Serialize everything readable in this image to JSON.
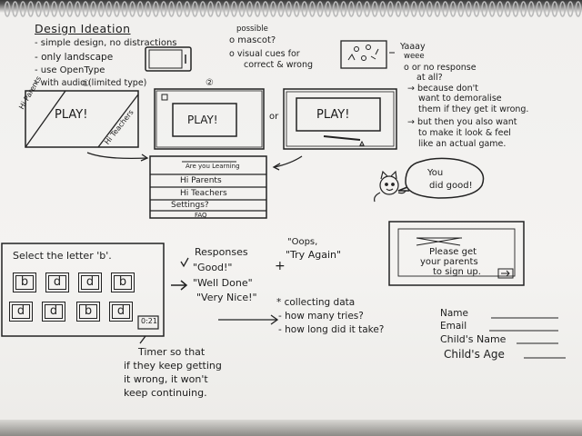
{
  "title": "Design Ideation",
  "design_notes": [
    "- simple design, no distractions",
    "- only landscape",
    "- use OpenType",
    "- with audio (limited type)"
  ],
  "mascot_notes": {
    "possible": "possible",
    "mascot": "o mascot?",
    "visual_cues_line1": "o visual cues for",
    "visual_cues_line2": "correct & wrong"
  },
  "response_notes": {
    "yaaay": "Yaaay",
    "yaaay2": "weee",
    "or_no": "o or no response",
    "at_all": "at all?",
    "because1": "→ because don't",
    "because2": "want to demoralise",
    "because3": "them if they get it wrong.",
    "then1": "→ but then you also want",
    "then2": "to make it look & feel",
    "then3": "like an actual game."
  },
  "screen1": {
    "number": "①",
    "hi_parents": "Hi Parents",
    "play": "PLAY!",
    "hi_teachers": "Hi Teachers"
  },
  "screen2": {
    "number": "②",
    "play": "PLAY!"
  },
  "or_label": "or",
  "screen3": {
    "play": "PLAY!"
  },
  "menu": {
    "header": "Are you Learning",
    "items": [
      "Hi Parents",
      "Hi Teachers",
      "Settings?",
      "FAQ"
    ]
  },
  "speech_bubble": {
    "line1": "You",
    "line2": "did good!"
  },
  "letter_game": {
    "prompt": "Select the letter 'b'.",
    "row1": [
      "b",
      "d",
      "d",
      "b"
    ],
    "row2": [
      "d",
      "d",
      "b",
      "d"
    ],
    "timer": "0:21"
  },
  "responses": {
    "heading": "Responses",
    "good": [
      "\"Good!\"",
      "\"Well Done\"",
      "\"Very Nice!\""
    ],
    "oops1": "\"Oops,",
    "oops2": "\"Try Again\"",
    "plus": "+"
  },
  "collecting": {
    "line1": "* collecting data",
    "line2": "- how many tries?",
    "line3": "- how long did it take?"
  },
  "timer_note": {
    "line1": "Timer so that",
    "line2": "if they keep getting",
    "line3": "it wrong, it won't",
    "line4": "keep continuing."
  },
  "signup_screen": {
    "line1": "Please get",
    "line2": "your parents",
    "line3": "to sign up."
  },
  "form": {
    "name": "Name",
    "email": "Email",
    "childs_name": "Child's Name",
    "childs_age": "Child's Age"
  }
}
